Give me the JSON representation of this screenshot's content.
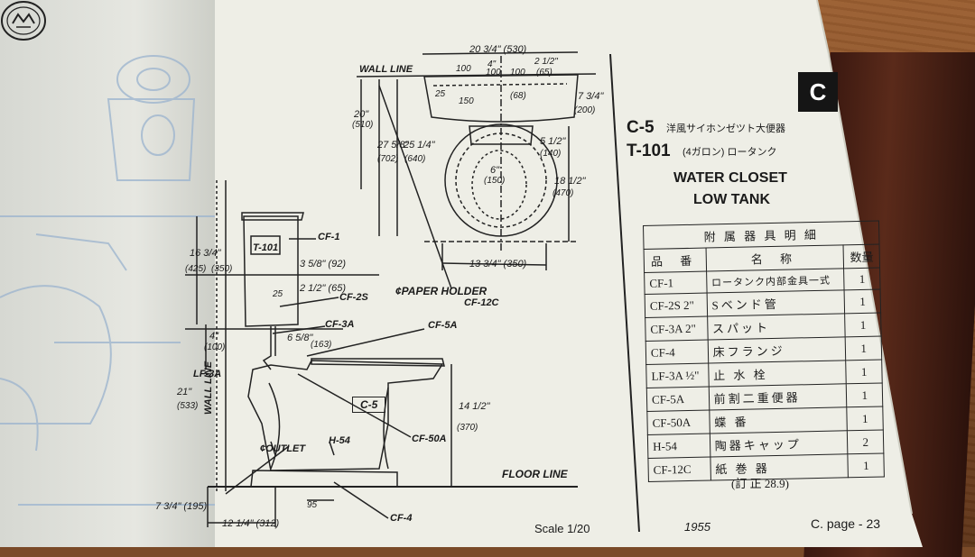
{
  "tab": {
    "label": "C"
  },
  "title": {
    "code1": "C-5",
    "jp1": "洋風サイホンゼツト大便器",
    "code2": "T-101",
    "jp2": "(4ガロン) ロータンク",
    "en1": "WATER CLOSET",
    "en2": "LOW TANK"
  },
  "parts_table": {
    "heading": "附 属 器 具 明 細",
    "columns": [
      "品 番",
      "名 称",
      "数量"
    ],
    "rows": [
      {
        "no": "CF-1",
        "name": "ロータンク内部金具一式",
        "qty": "1"
      },
      {
        "no": "CF-2S 2\"",
        "name": "Sベンド管",
        "qty": "1"
      },
      {
        "no": "CF-3A 2\"",
        "name": "スパット",
        "qty": "1"
      },
      {
        "no": "CF-4",
        "name": "床フランジ",
        "qty": "1"
      },
      {
        "no": "LF-3A ½\"",
        "name": "止 水 栓",
        "qty": "1"
      },
      {
        "no": "CF-5A",
        "name": "前割二重便器",
        "qty": "1"
      },
      {
        "no": "CF-50A",
        "name": "蝶 番",
        "qty": "1"
      },
      {
        "no": "H-54",
        "name": "陶器キャップ",
        "qty": "2"
      },
      {
        "no": "CF-12C",
        "name": "紙 巻 器",
        "qty": "1"
      }
    ],
    "correction": "(訂 正 28.9)"
  },
  "footer": {
    "scale": "Scale 1/20",
    "year": "1955",
    "page": "C. page - 23"
  },
  "drawing": {
    "wall_line_top": "WALL LINE",
    "wall_line_side": "WALL LINE",
    "floor_line": "FLOOR LINE",
    "paper_holder": "¢PAPER HOLDER",
    "paper_holder_code": "CF-12C",
    "outlet": "¢OUTLET",
    "tank_label": "T-101",
    "bowl_label": "C-5",
    "parts": [
      "CF-1",
      "CF-2S",
      "CF-3A",
      "CF-5A",
      "LF-3A",
      "CF-50A",
      "H-54",
      "CF-4"
    ],
    "dims_top": [
      "20 3/4\" (530)",
      "100",
      "4\"",
      "100",
      "100",
      "2 1/2\"",
      "(65)",
      "25",
      "150",
      "(68)",
      "7 3/4\"",
      "(200)"
    ],
    "dims_plan_left": [
      "20\"",
      "(510)",
      "27 5/8\"",
      "25 1/4\"",
      "(702)",
      "(640)"
    ],
    "dims_plan_right": [
      "5 1/2\"",
      "(140)",
      "18 1/2\"",
      "(470)"
    ],
    "dims_plan_center": [
      "6\"",
      "(150)"
    ],
    "dims_plan_bottom": "13 3/4\" (350)",
    "dims_side": [
      "16 3/4\"",
      "(425)",
      "(350)",
      "3 5/8\" (92)",
      "25",
      "2 1/2\" (65)",
      "4\"",
      "(100)",
      "6 5/8\"",
      "(163)",
      "21\"",
      "(533)",
      "14 1/2\"",
      "(370)",
      "7 3/4\" (195)",
      "12 1/4\" (312)",
      "95"
    ]
  }
}
